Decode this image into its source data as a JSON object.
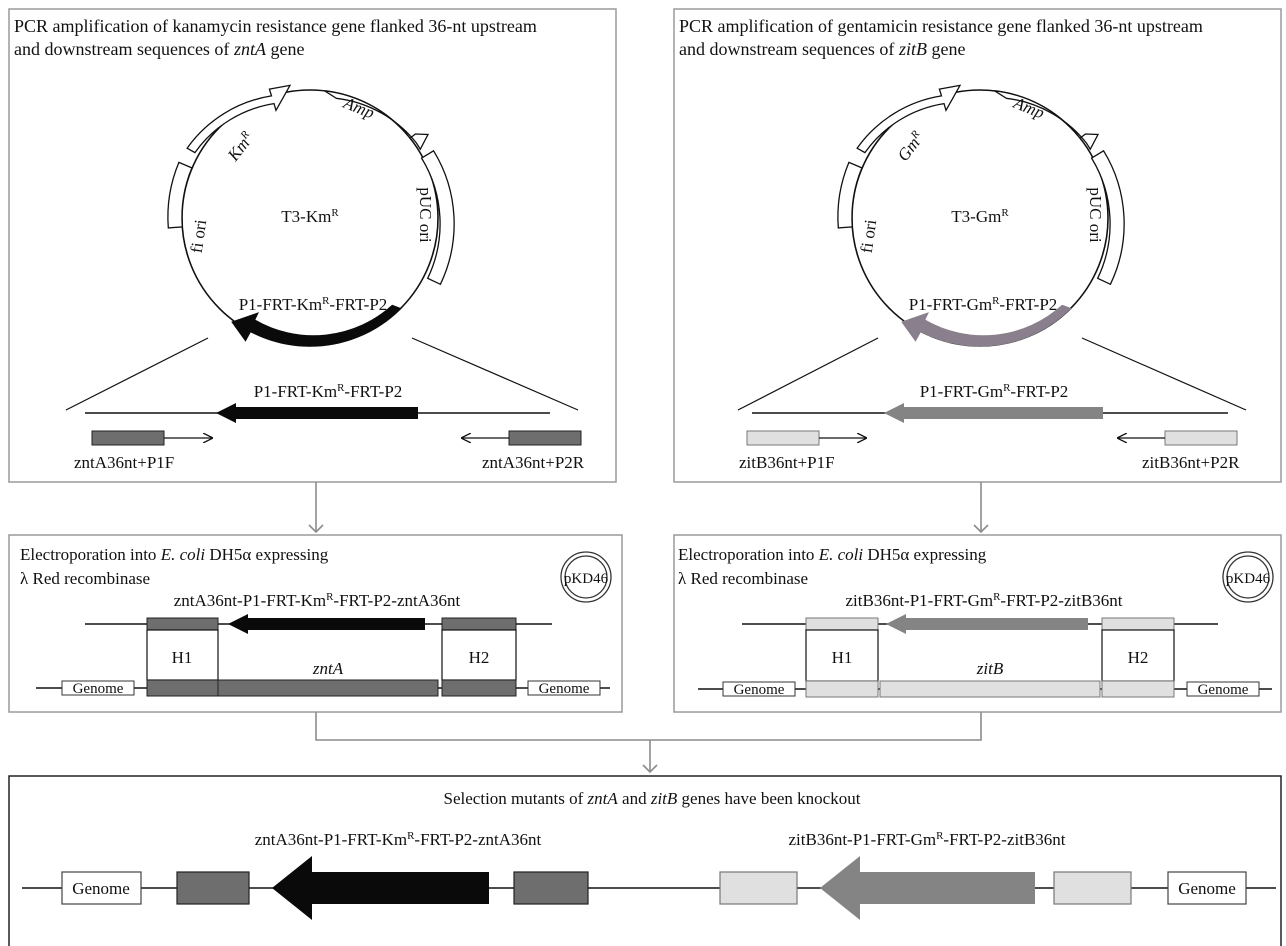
{
  "left_panel": {
    "title_line1": "PCR amplification of kanamycin resistance gene flanked 36-nt upstream",
    "title_line2_prefix": "and downstream sequences of ",
    "title_line2_gene": "zntA",
    "title_line2_suffix": " gene",
    "plasmid": {
      "name_base": "T3-Km",
      "name_sup": "R",
      "marker_base": "Km",
      "marker_sup": "R",
      "amp_label": "Amp",
      "puc_label": "pUC ori",
      "fi_label": "fi ori",
      "cassette_prefix": "P1-FRT-Km",
      "cassette_sup": "R",
      "cassette_suffix": "-FRT-P2"
    },
    "pcr": {
      "cassette_prefix": "P1-FRT-Km",
      "cassette_sup": "R",
      "cassette_suffix": "-FRT-P2",
      "primer_f": "zntA36nt+P1F",
      "primer_r": "zntA36nt+P2R"
    },
    "electro": {
      "line1_prefix": "Electroporation into ",
      "line1_species": "E. coli",
      "line1_suffix": " DH5α expressing",
      "line2": "λ Red recombinase",
      "pkd": "pKD46",
      "product_prefix": "zntA36nt-P1-FRT-Km",
      "product_sup": "R",
      "product_suffix": "-FRT-P2-zntA36nt",
      "h1": "H1",
      "h2": "H2",
      "gene": "zntA",
      "genome_left": "Genome",
      "genome_right": "Genome"
    }
  },
  "right_panel": {
    "title_line1": "PCR amplification of gentamicin resistance gene flanked 36-nt upstream",
    "title_line2_prefix": "and downstream sequences of ",
    "title_line2_gene": "zitB",
    "title_line2_suffix": " gene",
    "plasmid": {
      "name_base": "T3-Gm",
      "name_sup": "R",
      "marker_base": "Gm",
      "marker_sup": "R",
      "amp_label": "Amp",
      "puc_label": "pUC ori",
      "fi_label": "fi ori",
      "cassette_prefix": "P1-FRT-Gm",
      "cassette_sup": "R",
      "cassette_suffix": "-FRT-P2"
    },
    "pcr": {
      "cassette_prefix": "P1-FRT-Gm",
      "cassette_sup": "R",
      "cassette_suffix": "-FRT-P2",
      "primer_f": "zitB36nt+P1F",
      "primer_r": "zitB36nt+P2R"
    },
    "electro": {
      "line1_prefix": "Electroporation into ",
      "line1_species": "E. coli",
      "line1_suffix": " DH5α expressing",
      "line2": "λ Red recombinase",
      "pkd": "pKD46",
      "product_prefix": "zitB36nt-P1-FRT-Gm",
      "product_sup": "R",
      "product_suffix": "-FRT-P2-zitB36nt",
      "h1": "H1",
      "h2": "H2",
      "gene": "zitB",
      "genome_left": "Genome",
      "genome_right": "Genome"
    }
  },
  "bottom": {
    "title_prefix": "Selection mutants of ",
    "gene1": "zntA",
    "title_mid": " and ",
    "gene2": "zitB",
    "title_suffix": " genes have been knockout",
    "left_prefix": "zntA36nt-P1-FRT-Km",
    "left_sup": "R",
    "left_suffix": "-FRT-P2-zntA36nt",
    "right_prefix": "zitB36nt-P1-FRT-Gm",
    "right_sup": "R",
    "right_suffix": "-FRT-P2-zitB36nt",
    "genome_left": "Genome",
    "genome_right": "Genome"
  },
  "colors": {
    "black_cassette": "#0a0a0a",
    "gm_plasmid_arc": "#8a7f8c",
    "gm_cassette": "#848484",
    "dark_box": "#6e6e6e",
    "light_box": "#e0e0e0",
    "panel_border": "#9a9a9a",
    "connector": "#8c8c8c"
  }
}
